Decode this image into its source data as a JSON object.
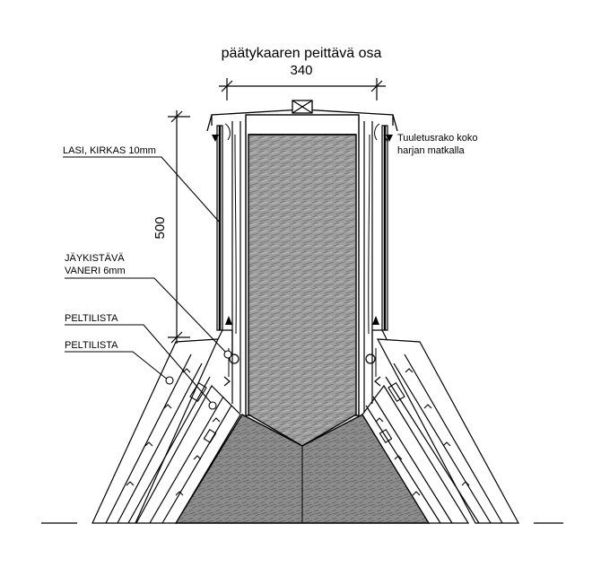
{
  "title": "päätykaaren peittävä osa",
  "dimensions": {
    "width_mm": "340",
    "height_mm": "500"
  },
  "labels": {
    "glass": "LASI, KIRKAS 10mm",
    "plywood_line1": "JÄYKISTÄVÄ",
    "plywood_line2": "VANERI 6mm",
    "flashing_upper": "PELTILISTA",
    "flashing_lower": "PELTILISTA",
    "ventilation_line1": "Tuuletusrako koko",
    "ventilation_line2": "harjan matkalla"
  }
}
